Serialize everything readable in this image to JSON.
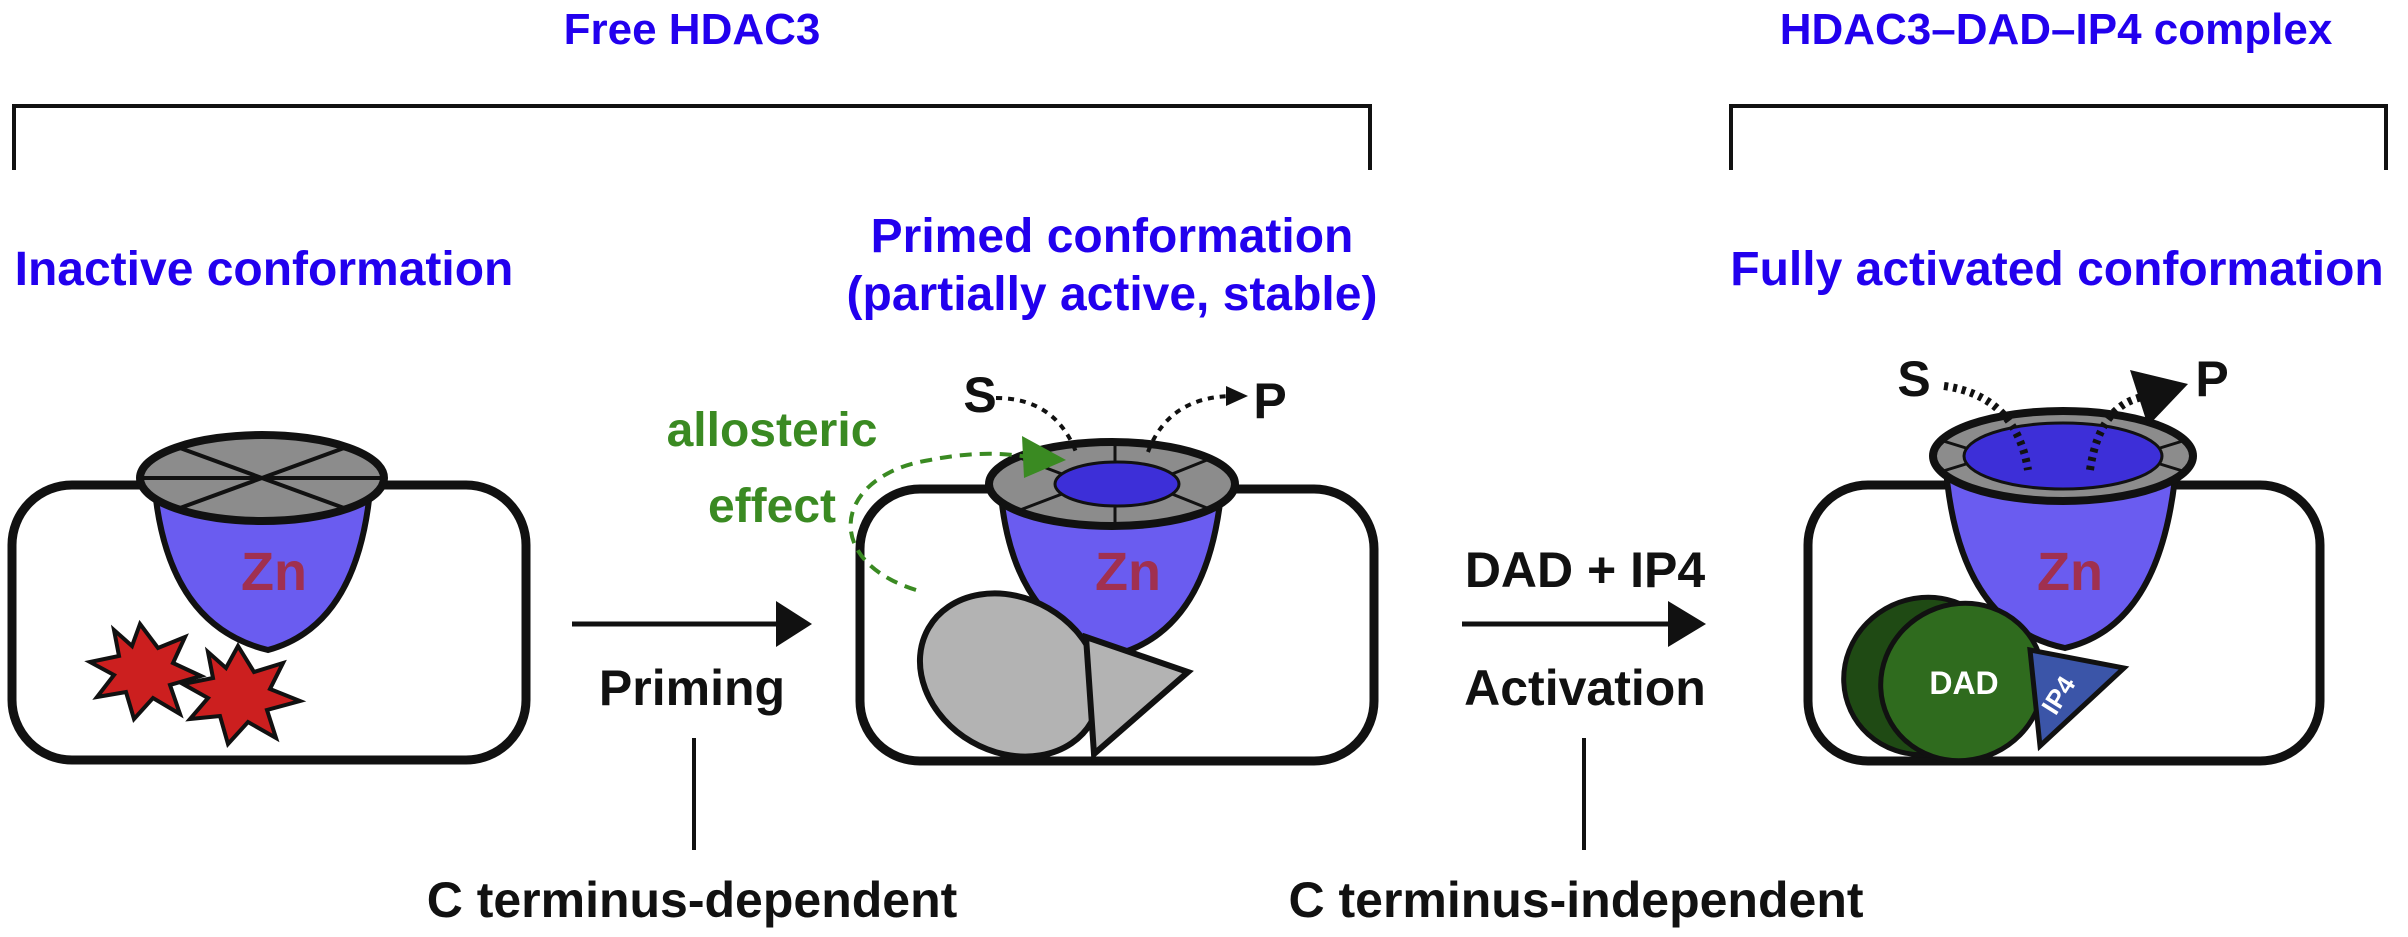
{
  "headers": {
    "free": "Free HDAC3",
    "complex": "HDAC3–DAD–IP4 complex"
  },
  "states": {
    "inactive": "Inactive conformation",
    "primed_line1": "Primed conformation",
    "primed_line2": "(partially active, stable)",
    "activated": "Fully activated conformation"
  },
  "labels": {
    "zn": "Zn",
    "substrate": "S",
    "product": "P",
    "allosteric_line1": "allosteric",
    "allosteric_line2": "effect",
    "dad": "DAD",
    "ip4": "IP4"
  },
  "transitions": {
    "priming": "Priming",
    "dad_ip4": "DAD + IP4",
    "activation": "Activation",
    "c_dependent": "C terminus-dependent",
    "c_independent": "C terminus-independent"
  },
  "colors": {
    "label_blue": "#2200ee",
    "pocket_purple": "#6a5cf0",
    "lid_gray": "#8c8c8c",
    "star_red": "#cc1f1f",
    "allosteric_green": "#3a8a22",
    "dad_green": "#2f6b1e",
    "ip4_blue": "#3b55a8",
    "zn_text": "#a03050"
  }
}
